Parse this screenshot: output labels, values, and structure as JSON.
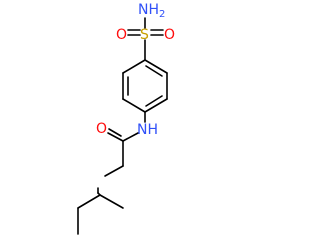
{
  "molecule": {
    "atoms": {
      "sulfonamide_n": "NH",
      "sulfonamide_n_sub": "2",
      "sulfur": "S",
      "sulfonyl_o_left": "O",
      "sulfonyl_o_right": "O",
      "amide_nh": "NH",
      "carbonyl_o": "O",
      "amine_nh": "HN"
    },
    "colors": {
      "bond": "#000000",
      "carbon": "#000000",
      "nitrogen": "#3050f8",
      "oxygen": "#ff0d0d",
      "sulfur": "#c8a000"
    }
  }
}
